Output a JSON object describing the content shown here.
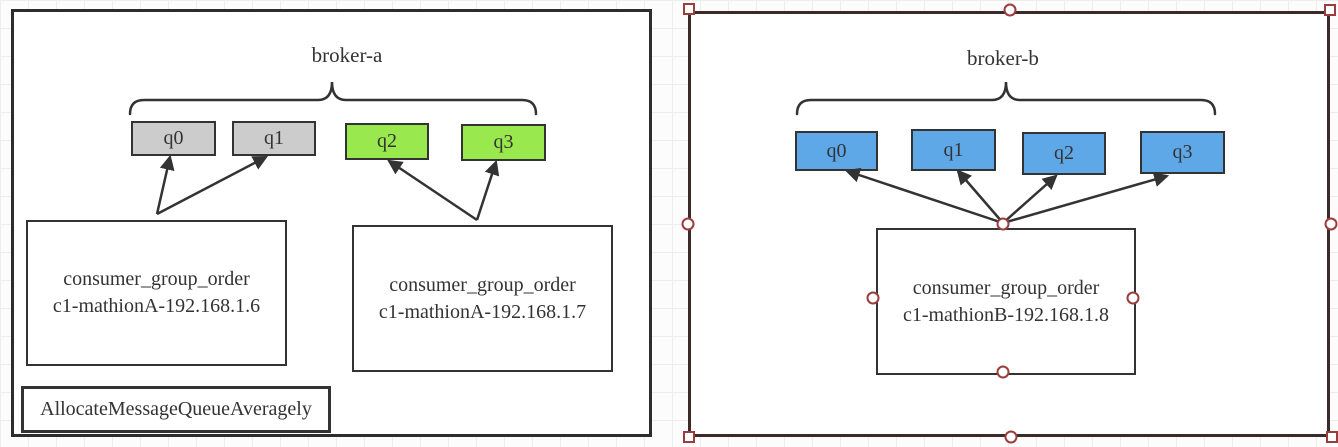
{
  "editor": {
    "selected_shape": "broker-b-group",
    "selection_color": "#9b3d3d"
  },
  "left_panel": {
    "title": "broker-a",
    "queues": [
      {
        "label": "q0",
        "fill": "#cccccc"
      },
      {
        "label": "q1",
        "fill": "#cccccc"
      },
      {
        "label": "q2",
        "fill": "#99e84d"
      },
      {
        "label": "q3",
        "fill": "#99e84d"
      }
    ],
    "consumers": [
      {
        "line1": "consumer_group_order",
        "line2": "c1-mathionA-192.168.1.6"
      },
      {
        "line1": "consumer_group_order",
        "line2": "c1-mathionA-192.168.1.7"
      }
    ],
    "strategy_label": "AllocateMessageQueueAveragely"
  },
  "right_panel": {
    "title": "broker-b",
    "queues": [
      {
        "label": "q0",
        "fill": "#5fa8e8"
      },
      {
        "label": "q1",
        "fill": "#5fa8e8"
      },
      {
        "label": "q2",
        "fill": "#5fa8e8"
      },
      {
        "label": "q3",
        "fill": "#5fa8e8"
      }
    ],
    "consumer": {
      "line1": "consumer_group_order",
      "line2": "c1-mathionB-192.168.1.8"
    }
  },
  "colors": {
    "shape_stroke": "#333333",
    "panel_left_stroke": "#2d2d2d",
    "panel_right_stroke": "#3c2a2a",
    "handle_stroke": "#9b3d3d",
    "queue_gray": "#cccccc",
    "queue_green": "#99e84d",
    "queue_blue": "#5fa8e8",
    "grid_line": "#ededed",
    "canvas_bg": "#fcfcfc"
  }
}
